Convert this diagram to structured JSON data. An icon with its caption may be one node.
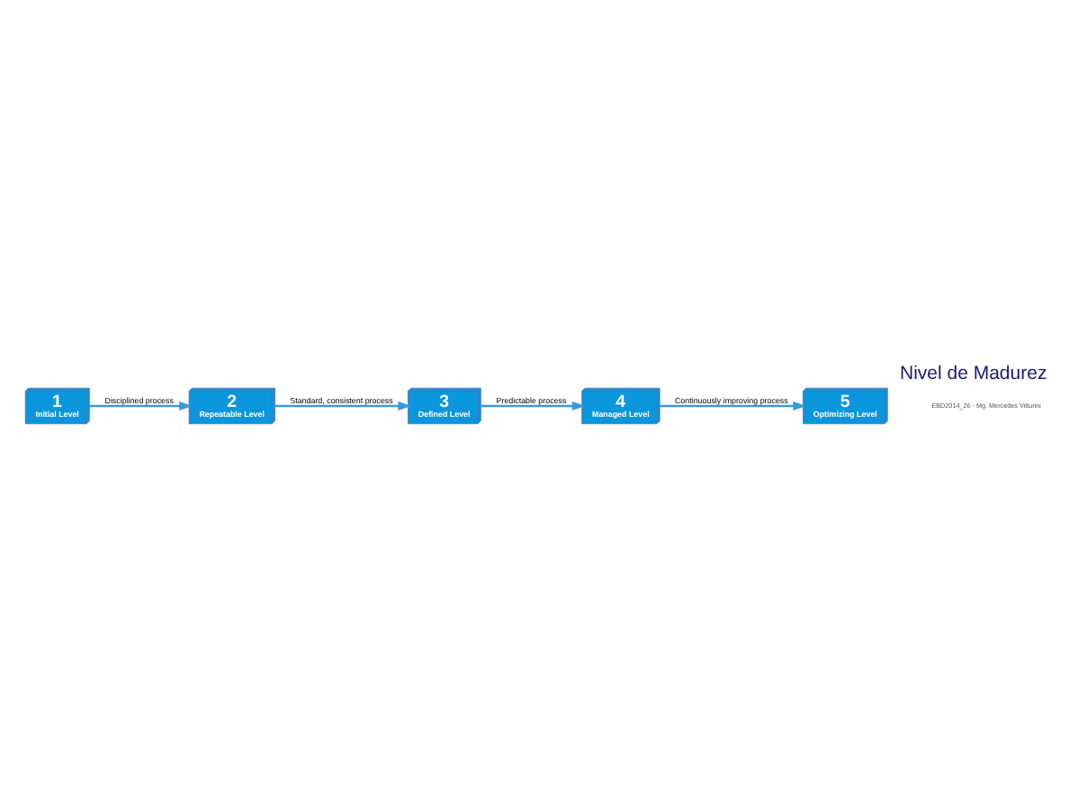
{
  "diagram": {
    "title": "Nivel de Madurez",
    "nodes": [
      {
        "text": [
          "1",
          "Initial Level"
        ]
      },
      {
        "text": [
          "2",
          "Repeatable Level"
        ]
      },
      {
        "text": [
          "3",
          "Defined Level"
        ]
      },
      {
        "text": [
          "4",
          "Managed Level"
        ]
      },
      {
        "text": [
          "5",
          "Optimizing Level"
        ]
      }
    ],
    "edges": [
      {
        "from": 0,
        "to": 1,
        "arrow": "to",
        "label": "Disciplined process"
      },
      {
        "from": 1,
        "to": 2,
        "arrow": "to",
        "label": "Standard, consistent process"
      },
      {
        "from": 2,
        "to": 3,
        "arrow": "to",
        "label": "Predictable process"
      },
      {
        "from": 3,
        "to": 4,
        "arrow": "to",
        "label": "Continuously improving process"
      }
    ],
    "labels": [
      "EBD2014_26 - Mg. Mercedes Vitturini"
    ]
  }
}
